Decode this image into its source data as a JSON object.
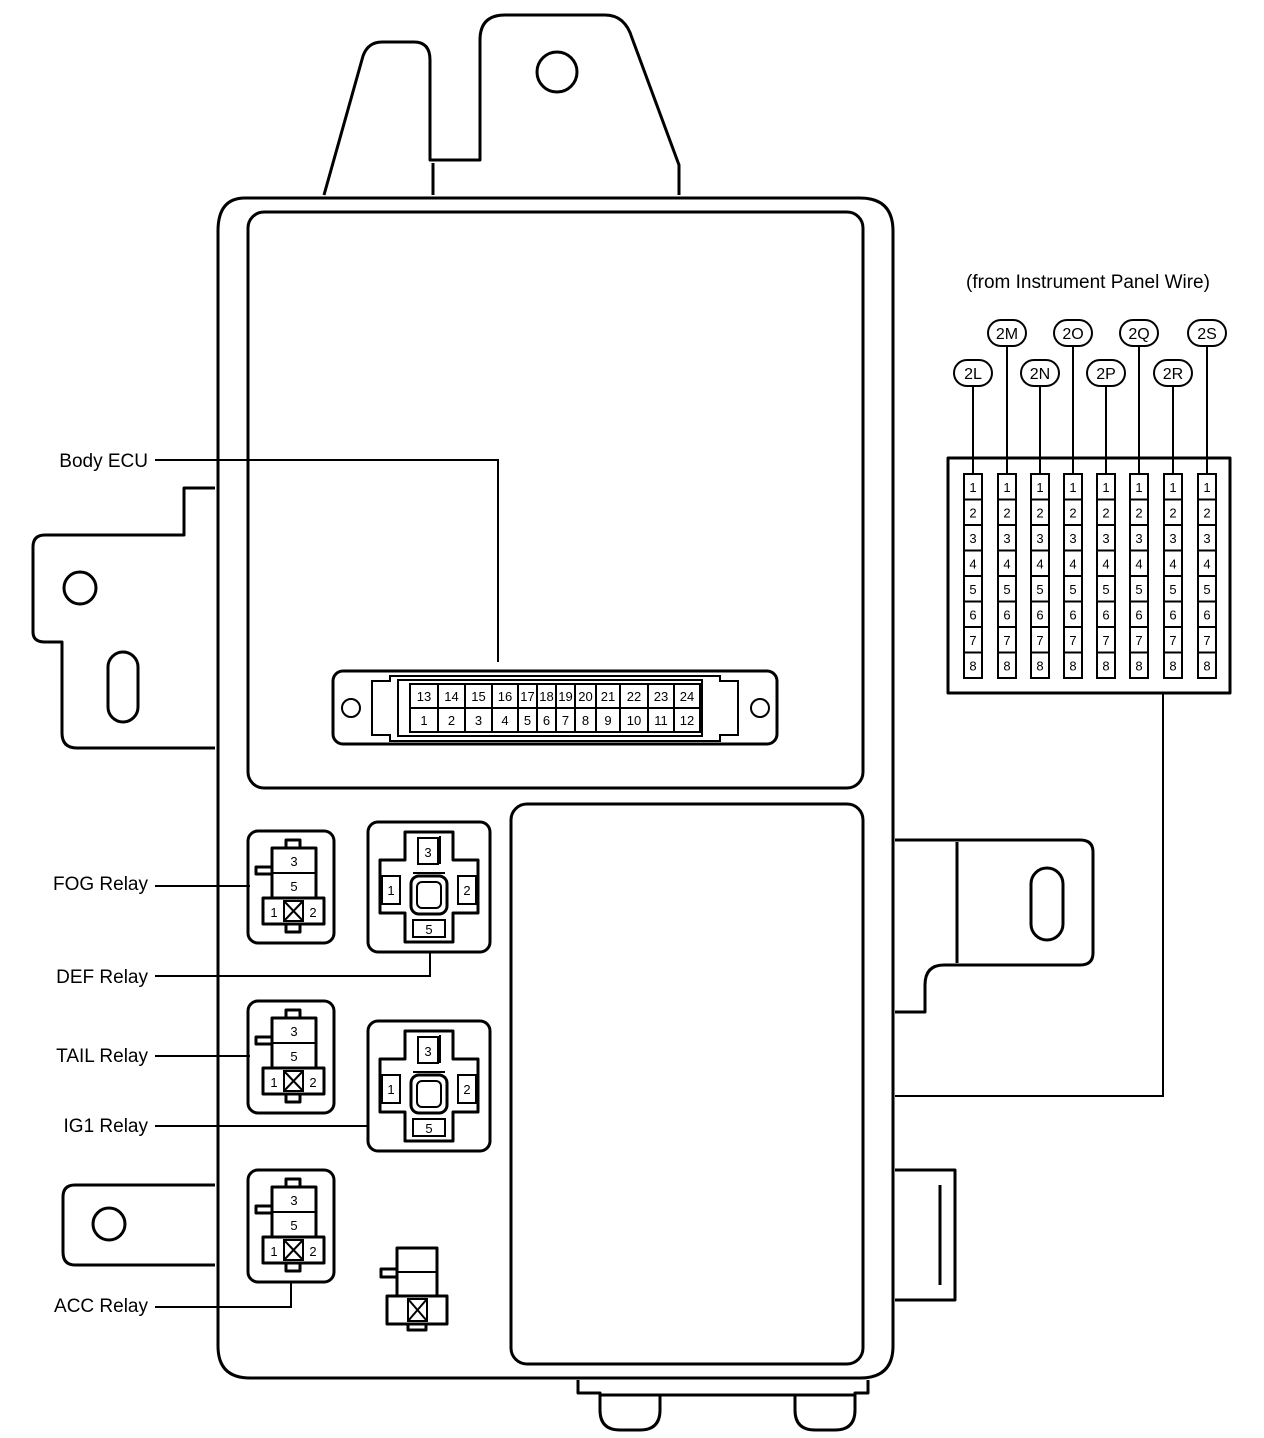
{
  "header": "(from Instrument Panel Wire)",
  "labels": {
    "body_ecu": "Body ECU",
    "fog_relay": "FOG Relay",
    "def_relay": "DEF Relay",
    "tail_relay": "TAIL Relay",
    "ig1_relay": "IG1 Relay",
    "acc_relay": "ACC Relay"
  },
  "ecu": {
    "top_pins": [
      "13",
      "14",
      "15",
      "16",
      "17",
      "18",
      "19",
      "20",
      "21",
      "22",
      "23",
      "24"
    ],
    "bottom_pins": [
      "1",
      "2",
      "3",
      "4",
      "5",
      "6",
      "7",
      "8",
      "9",
      "10",
      "11",
      "12"
    ]
  },
  "mini_relay": {
    "pin_top": "3",
    "pin_mid": "5",
    "pin_left": "1",
    "pin_right": "2"
  },
  "cross_relay": {
    "pin_top": "3",
    "pin_left": "1",
    "pin_right": "2",
    "pin_bottom": "5"
  },
  "connectors": {
    "upper": [
      "2M",
      "2O",
      "2Q",
      "2S"
    ],
    "lower": [
      "2L",
      "2N",
      "2P",
      "2R"
    ],
    "pins": [
      "1",
      "2",
      "3",
      "4",
      "5",
      "6",
      "7",
      "8"
    ]
  }
}
